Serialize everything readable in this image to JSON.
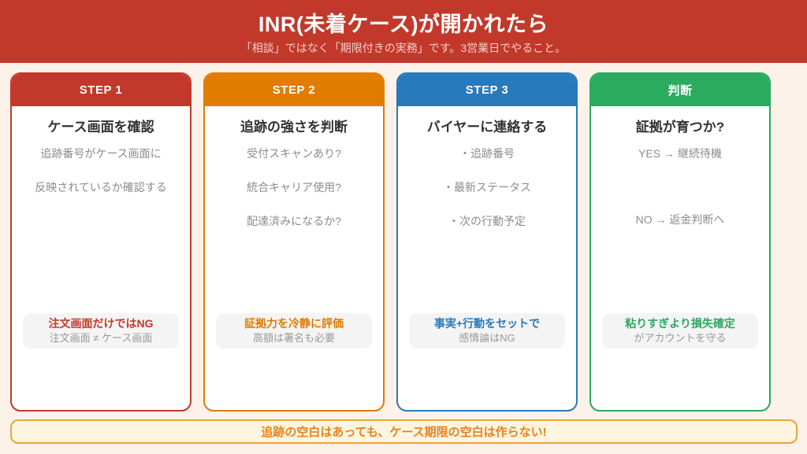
{
  "page_bg": "#fdf2e9",
  "header": {
    "title": "INR(未着ケース)が開かれたら",
    "subtitle": "「相談」ではなく「期限付きの実務」です。3営業日でやること。",
    "bg": "#c2392c",
    "title_color": "#ffffff",
    "subtitle_color": "#f2cec6"
  },
  "cards": [
    {
      "step": "STEP 1",
      "color": "#c2392c",
      "title": "ケース画面を確認",
      "lines": [
        "追跡番号がケース画面に",
        "反映されているか確認する"
      ],
      "highlight": {
        "strong": "注文画面だけではNG",
        "sub": "注文画面 ≠ ケース画面"
      }
    },
    {
      "step": "STEP 2",
      "color": "#e07c00",
      "title": "追跡の強さを判断",
      "lines": [
        "受付スキャンあり?",
        "統合キャリア使用?",
        "配達済みになるか?"
      ],
      "highlight": {
        "strong": "証拠力を冷静に評価",
        "sub": "高額は署名も必要"
      }
    },
    {
      "step": "STEP 3",
      "color": "#2979bd",
      "title": "バイヤーに連絡する",
      "lines": [
        "・追跡番号",
        "・最新ステータス",
        "・次の行動予定"
      ],
      "highlight": {
        "strong": "事実+行動をセットで",
        "sub": "感情論はNG"
      }
    },
    {
      "step": "判断",
      "color": "#2aab5f",
      "title": "証拠が育つか?",
      "lines": [
        "YES → 継続待機",
        "NO → 返金判断へ"
      ],
      "highlight": {
        "strong": "粘りすぎより損失確定",
        "sub": "がアカウントを守る"
      }
    }
  ],
  "footer": {
    "text": "追跡の空白はあっても、ケース期限の空白は作らない!",
    "border_color": "#eca23f",
    "bg": "#fdf5df",
    "text_color": "#e8821e"
  }
}
